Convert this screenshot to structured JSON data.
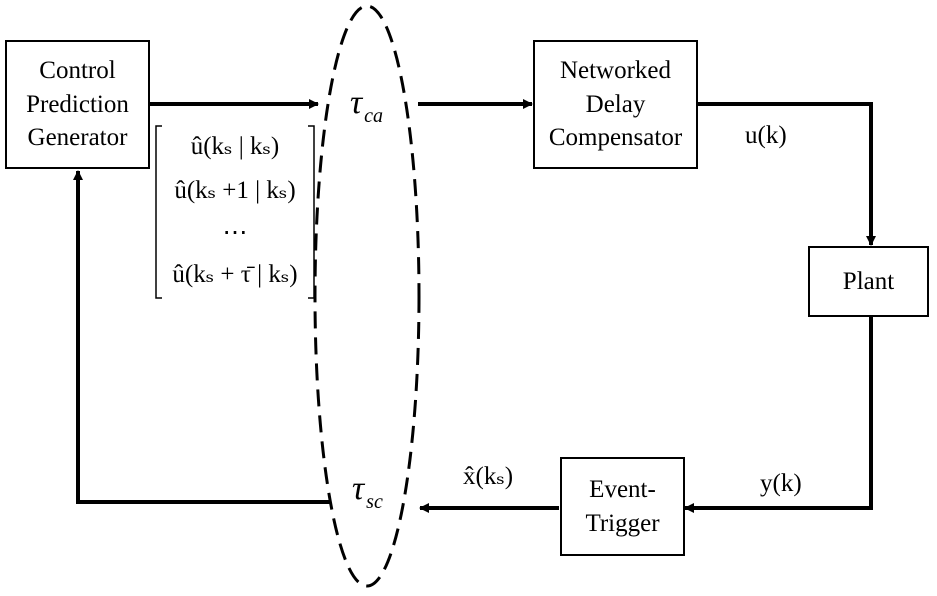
{
  "blocks": {
    "control_prediction_generator": "Control\nPrediction\nGenerator",
    "networked_delay_compensator": "Networked\nDelay\nCompensator",
    "plant": "Plant",
    "event_trigger": "Event-\nTrigger"
  },
  "signals": {
    "u": "u(k)",
    "y": "y(k)",
    "x_hat": "x̂(kₛ)"
  },
  "delays": {
    "tau_ca_symbol": "τ",
    "tau_ca_subscript": "ca",
    "tau_sc_symbol": "τ",
    "tau_sc_subscript": "sc"
  },
  "prediction_sequence": [
    "û(kₛ | kₛ)",
    "û(kₛ +1 | kₛ)",
    "⋯",
    "û(kₛ + τ̄ | kₛ)"
  ]
}
